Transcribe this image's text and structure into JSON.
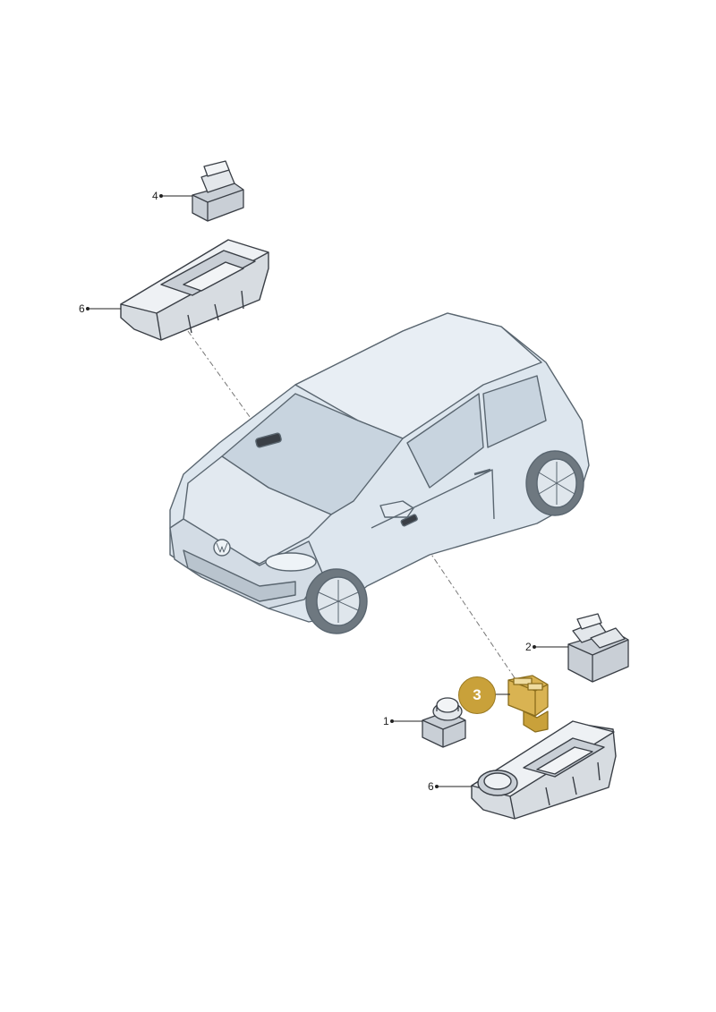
{
  "callouts": {
    "part_4": "4",
    "part_6_top": "6",
    "part_2": "2",
    "part_1": "1",
    "part_6_bottom": "6",
    "part_3": "3"
  },
  "colors": {
    "car_body": "#dde6ee",
    "car_outline": "#5a6670",
    "part_gray": "#c9cfd6",
    "part_dark": "#3a3f46",
    "highlight": "#c9a13a"
  },
  "icons": [
    "car-illustration",
    "window-switch-single",
    "switch-bezel",
    "window-switch-double",
    "mirror-adjust-switch",
    "switch-bezel-with-cup"
  ]
}
